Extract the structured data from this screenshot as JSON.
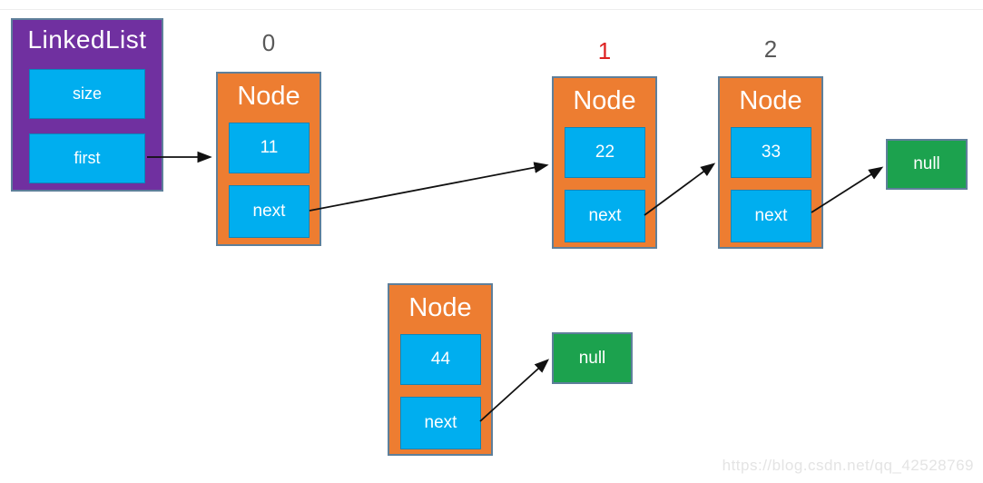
{
  "colors": {
    "linkedlist_bg": "#7030A0",
    "cell_bg": "#00AEEF",
    "node_bg": "#ED7D31",
    "null_bg": "#1CA24E",
    "index_default": "#595959",
    "index_highlight": "#DD2222",
    "arrow": "#111111"
  },
  "linkedlist": {
    "title": "LinkedList",
    "fields": [
      {
        "label": "size"
      },
      {
        "label": "first"
      }
    ]
  },
  "nodes": [
    {
      "index_label": "0",
      "title": "Node",
      "value": "11",
      "pointer": "next"
    },
    {
      "index_label": "1",
      "title": "Node",
      "value": "22",
      "pointer": "next"
    },
    {
      "index_label": "2",
      "title": "Node",
      "value": "33",
      "pointer": "next"
    },
    {
      "title": "Node",
      "value": "44",
      "pointer": "next"
    }
  ],
  "nulls": [
    {
      "label": "null"
    },
    {
      "label": "null"
    }
  ],
  "edges": [
    {
      "from": "linkedlist.first",
      "to": "node-0"
    },
    {
      "from": "node-0.next",
      "to": "node-1"
    },
    {
      "from": "node-1.next",
      "to": "node-2"
    },
    {
      "from": "node-2.next",
      "to": "null-top"
    },
    {
      "from": "node-3.next",
      "to": "null-bottom"
    }
  ],
  "watermark": "https://blog.csdn.net/qq_42528769"
}
